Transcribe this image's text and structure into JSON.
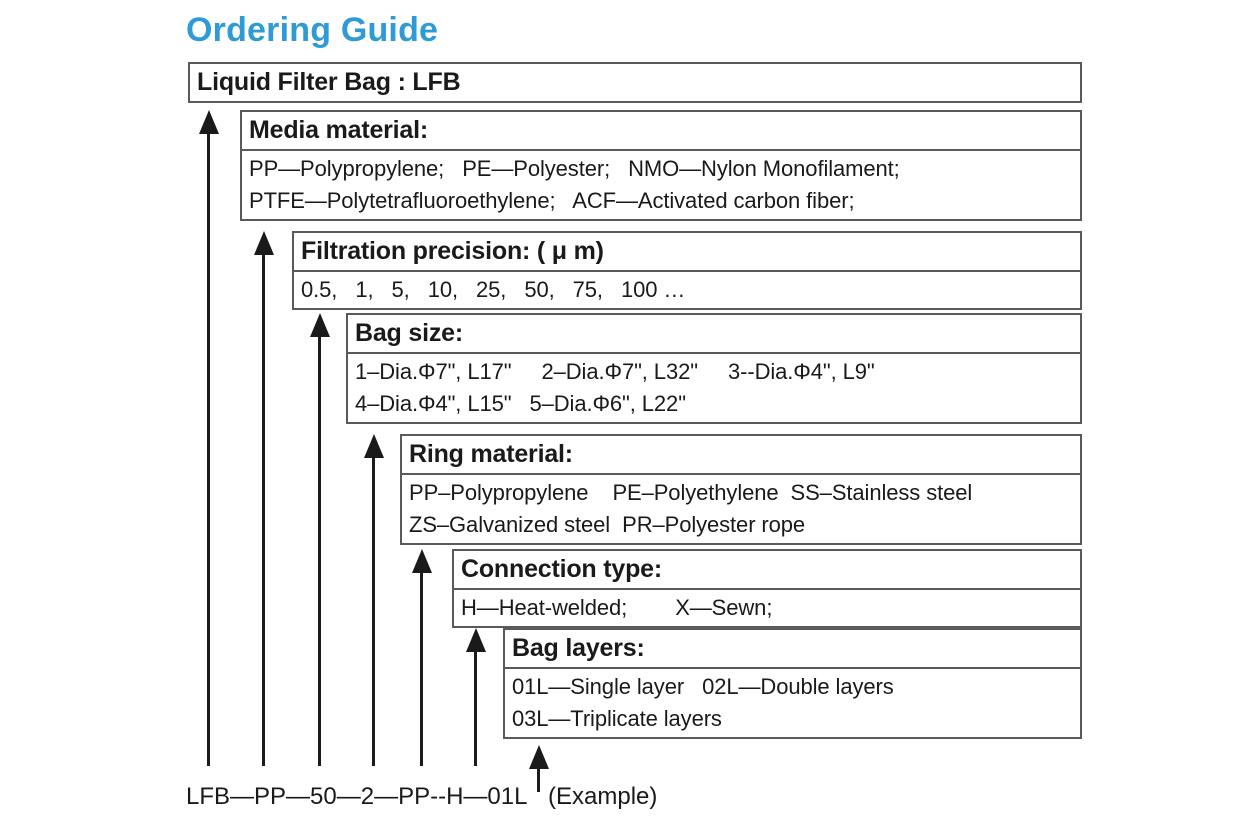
{
  "title": "Ordering Guide",
  "accent_color": "#2e9bd6",
  "root_box": {
    "label": "Liquid Filter Bag : LFB"
  },
  "sections": [
    {
      "key": "media_material",
      "header": "Media material:",
      "lines": [
        "PP—Polypropylene;   PE—Polyester;   NMO—Nylon Monofilament;",
        "PTFE—Polytetrafluoroethylene;   ACF—Activated carbon fiber;"
      ]
    },
    {
      "key": "filtration_precision",
      "header": "Filtration precision: ( μ m)",
      "lines": [
        "0.5,   1,   5,   10,   25,   50,   75,   100 …"
      ]
    },
    {
      "key": "bag_size",
      "header": "Bag size:",
      "lines": [
        "1–Dia.Φ7\", L17\"     2–Dia.Φ7\", L32\"     3--Dia.Φ4\", L9\"",
        "4–Dia.Φ4\", L15\"   5–Dia.Φ6\", L22\""
      ]
    },
    {
      "key": "ring_material",
      "header": "Ring material:",
      "lines": [
        "PP–Polypropylene    PE–Polyethylene  SS–Stainless steel",
        "ZS–Galvanized steel  PR–Polyester rope"
      ]
    },
    {
      "key": "connection_type",
      "header": "Connection type:",
      "lines": [
        "H—Heat-welded;        X—Sewn;"
      ]
    },
    {
      "key": "bag_layers",
      "header": "Bag layers:",
      "lines": [
        "01L—Single layer   02L—Double layers",
        "03L—Triplicate layers"
      ]
    }
  ],
  "example": {
    "code": "LFB—PP—50—2—PP--H—01L",
    "note": "(Example)"
  }
}
